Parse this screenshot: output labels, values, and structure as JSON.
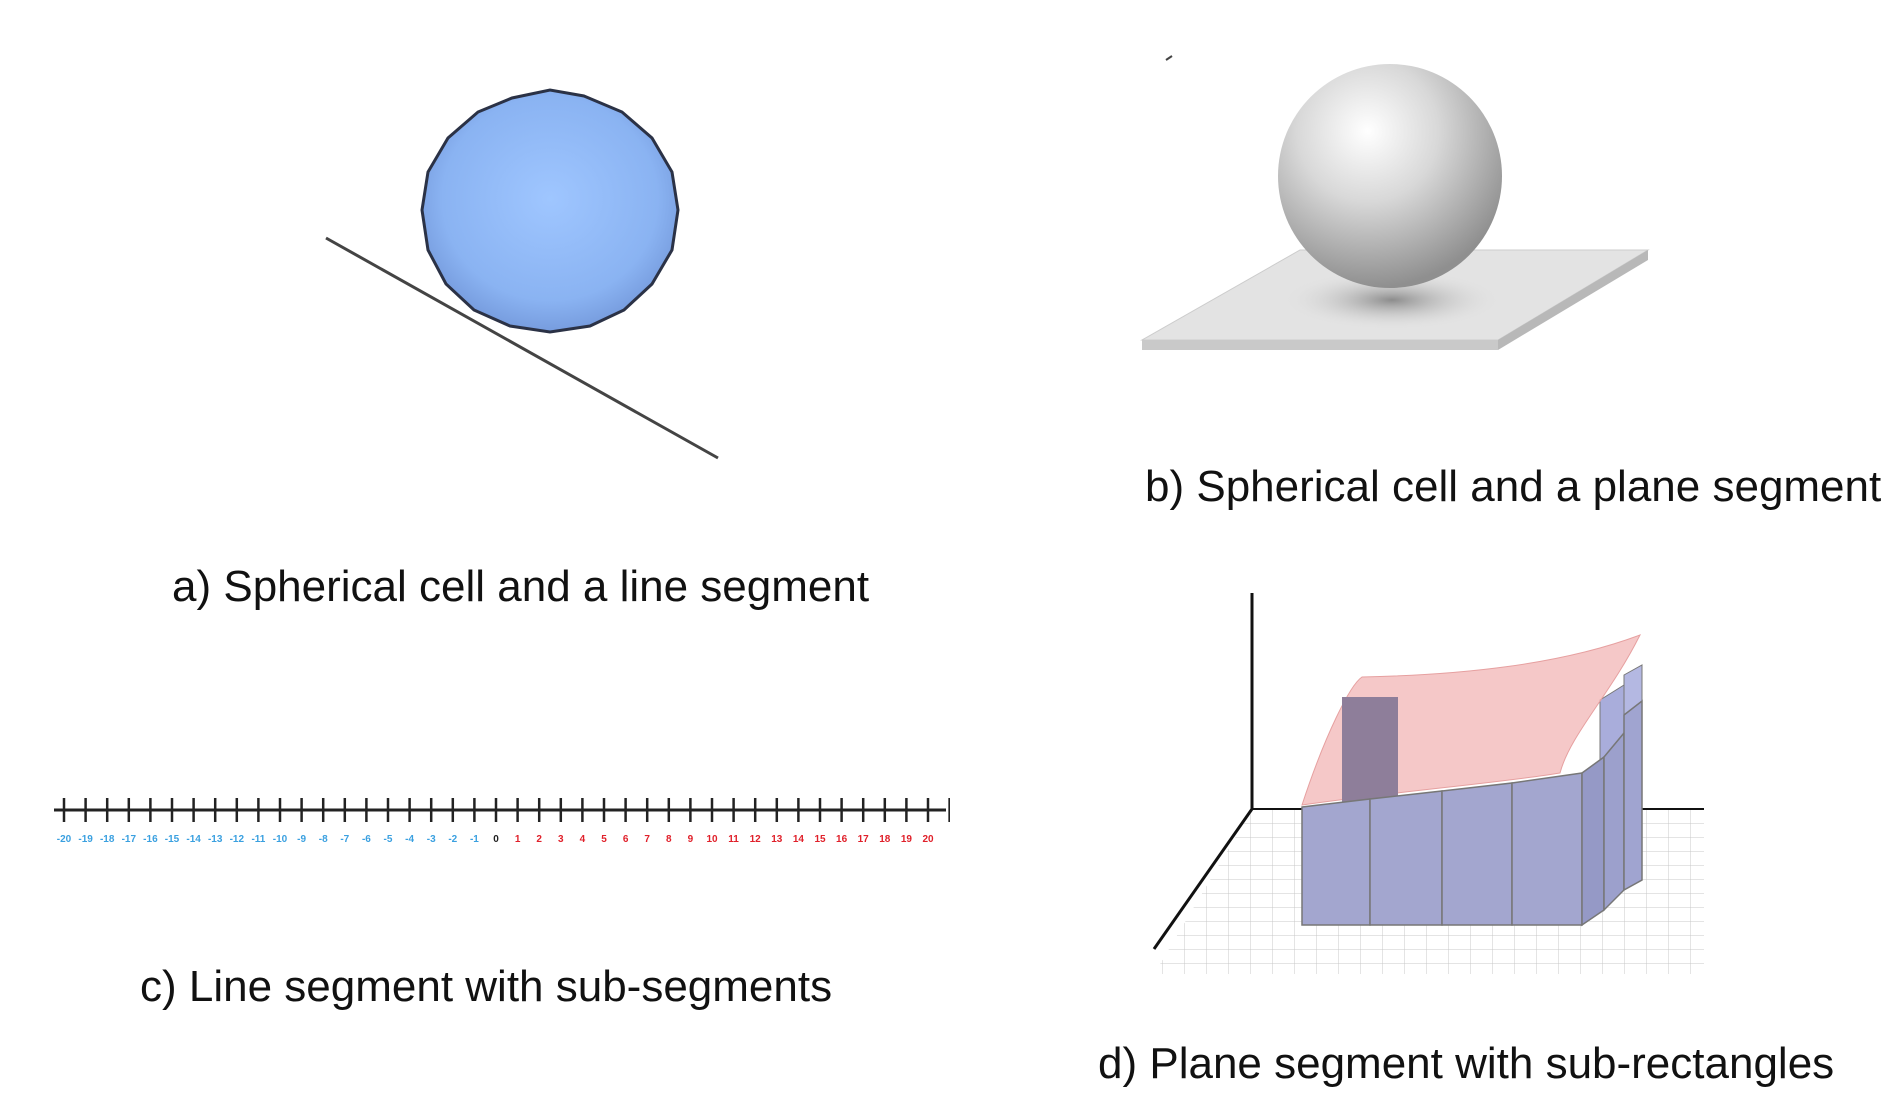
{
  "panels": {
    "a": {
      "caption": "a) Spherical cell and a line segment",
      "sphere_color": "#8fb9f7",
      "outline_color": "#2b3246"
    },
    "b": {
      "caption": "b) Spherical cell and a plane segment",
      "sphere_color": "#d9d9d9",
      "plane_color": "#e3e3e3"
    },
    "c": {
      "caption": "c) Line segment with sub-segments",
      "negative_labels": [
        "-20",
        "-19",
        "-18",
        "-17",
        "-16",
        "-15",
        "-14",
        "-13",
        "-12",
        "-11",
        "-10",
        "-9",
        "-8",
        "-7",
        "-6",
        "-5",
        "-4",
        "-3",
        "-2",
        "-1"
      ],
      "zero_label": "0",
      "positive_labels": [
        "1",
        "2",
        "3",
        "4",
        "5",
        "6",
        "7",
        "8",
        "9",
        "10",
        "11",
        "12",
        "13",
        "14",
        "15",
        "16",
        "17",
        "18",
        "19",
        "20"
      ],
      "negative_color": "#3aa0e0",
      "zero_color": "#222222",
      "positive_color": "#e0202a"
    },
    "d": {
      "caption": "d) Plane segment with sub-rectangles",
      "bar_color": "#a3a6cf",
      "surface_color": "#f2b6b6"
    }
  }
}
